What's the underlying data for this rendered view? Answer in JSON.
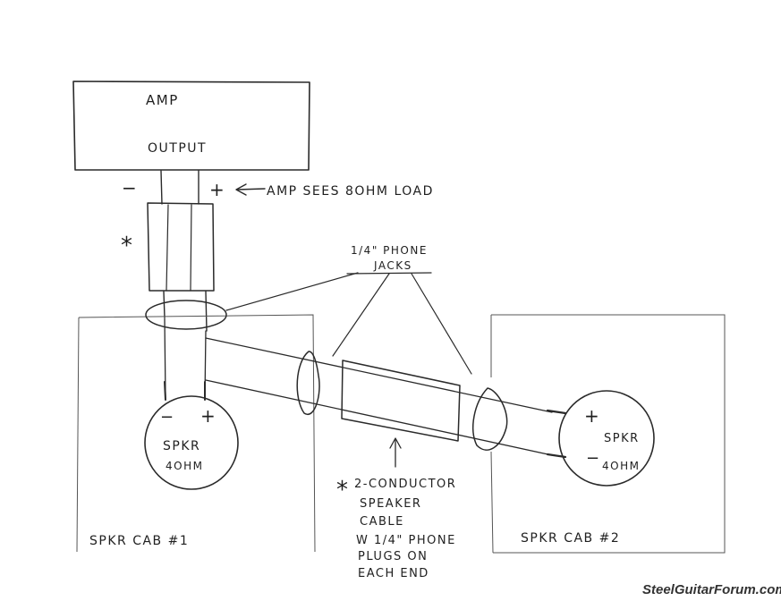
{
  "amp": {
    "title": "AMP",
    "output_label": "OUTPUT",
    "minus": "−",
    "plus": "+",
    "load_note": "AMP SEES 8OHM LOAD"
  },
  "cable_marker": "*",
  "jacks_label": {
    "line1": "1/4\" PHONE",
    "line2": "JACKS"
  },
  "cab1": {
    "label": "SPKR CAB #1",
    "speaker_line1": "SPKR",
    "speaker_line2": "4OHM",
    "minus": "−",
    "plus": "+"
  },
  "cab2": {
    "label": "SPKR CAB #2",
    "speaker_line1": "SPKR",
    "speaker_line2": "4OHM",
    "minus": "−",
    "plus": "+"
  },
  "cable_note": {
    "marker": "*",
    "line1": "2-CONDUCTOR",
    "line2": "SPEAKER",
    "line3": "CABLE",
    "line4": "W 1/4\" PHONE",
    "line5": "PLUGS ON",
    "line6": "EACH END"
  },
  "watermark": "SteelGuitarForum.com"
}
